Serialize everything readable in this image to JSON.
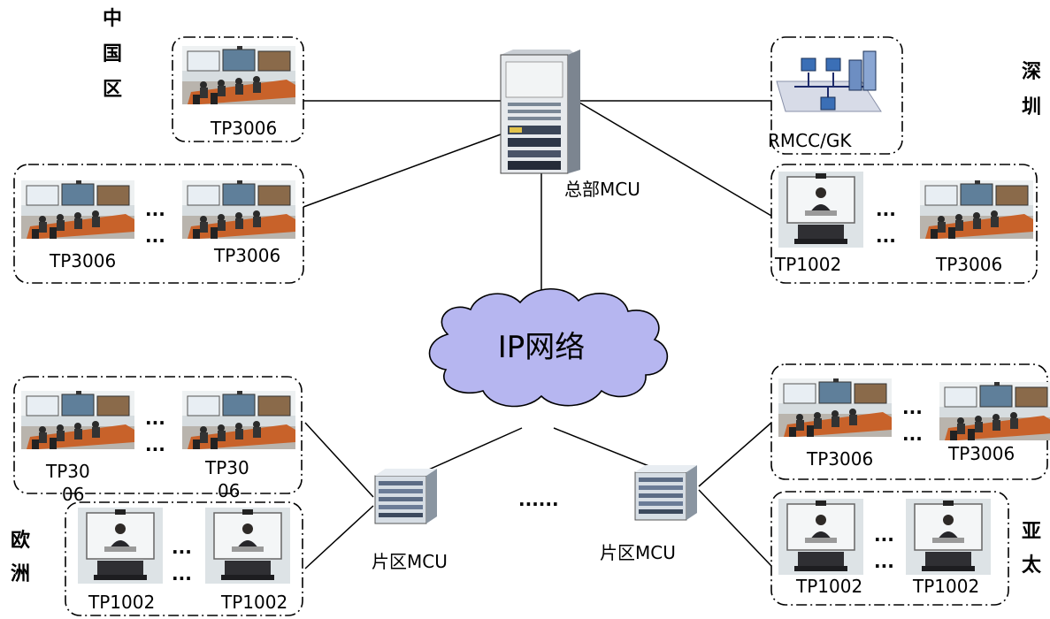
{
  "regions": {
    "china": "中国区",
    "shenzhen": "深圳",
    "europe": "欧洲",
    "apac": "亚太"
  },
  "nodes": {
    "hq_mcu": "总部MCU",
    "network": "IP网络",
    "regional_mcu_left": "片区MCU",
    "regional_mcu_right": "片区MCU",
    "rmcc_gk": "RMCC/GK",
    "between_mcus": "......"
  },
  "ellipsis": "...",
  "labels": {
    "cn_top": "TP3006",
    "cn_row_a": "TP3006",
    "cn_row_b": "TP3006",
    "sz_a": "TP1002",
    "sz_b": "TP3006",
    "eu_top_a": "TP30",
    "eu_top_a2": "06",
    "eu_top_b": "TP30",
    "eu_top_b2": "06",
    "eu_bot_a": "TP1002",
    "eu_bot_b": "TP1002",
    "ap_top_a": "TP3006",
    "ap_top_b": "TP3006",
    "ap_bot_a": "TP1002",
    "ap_bot_b": "TP1002"
  }
}
